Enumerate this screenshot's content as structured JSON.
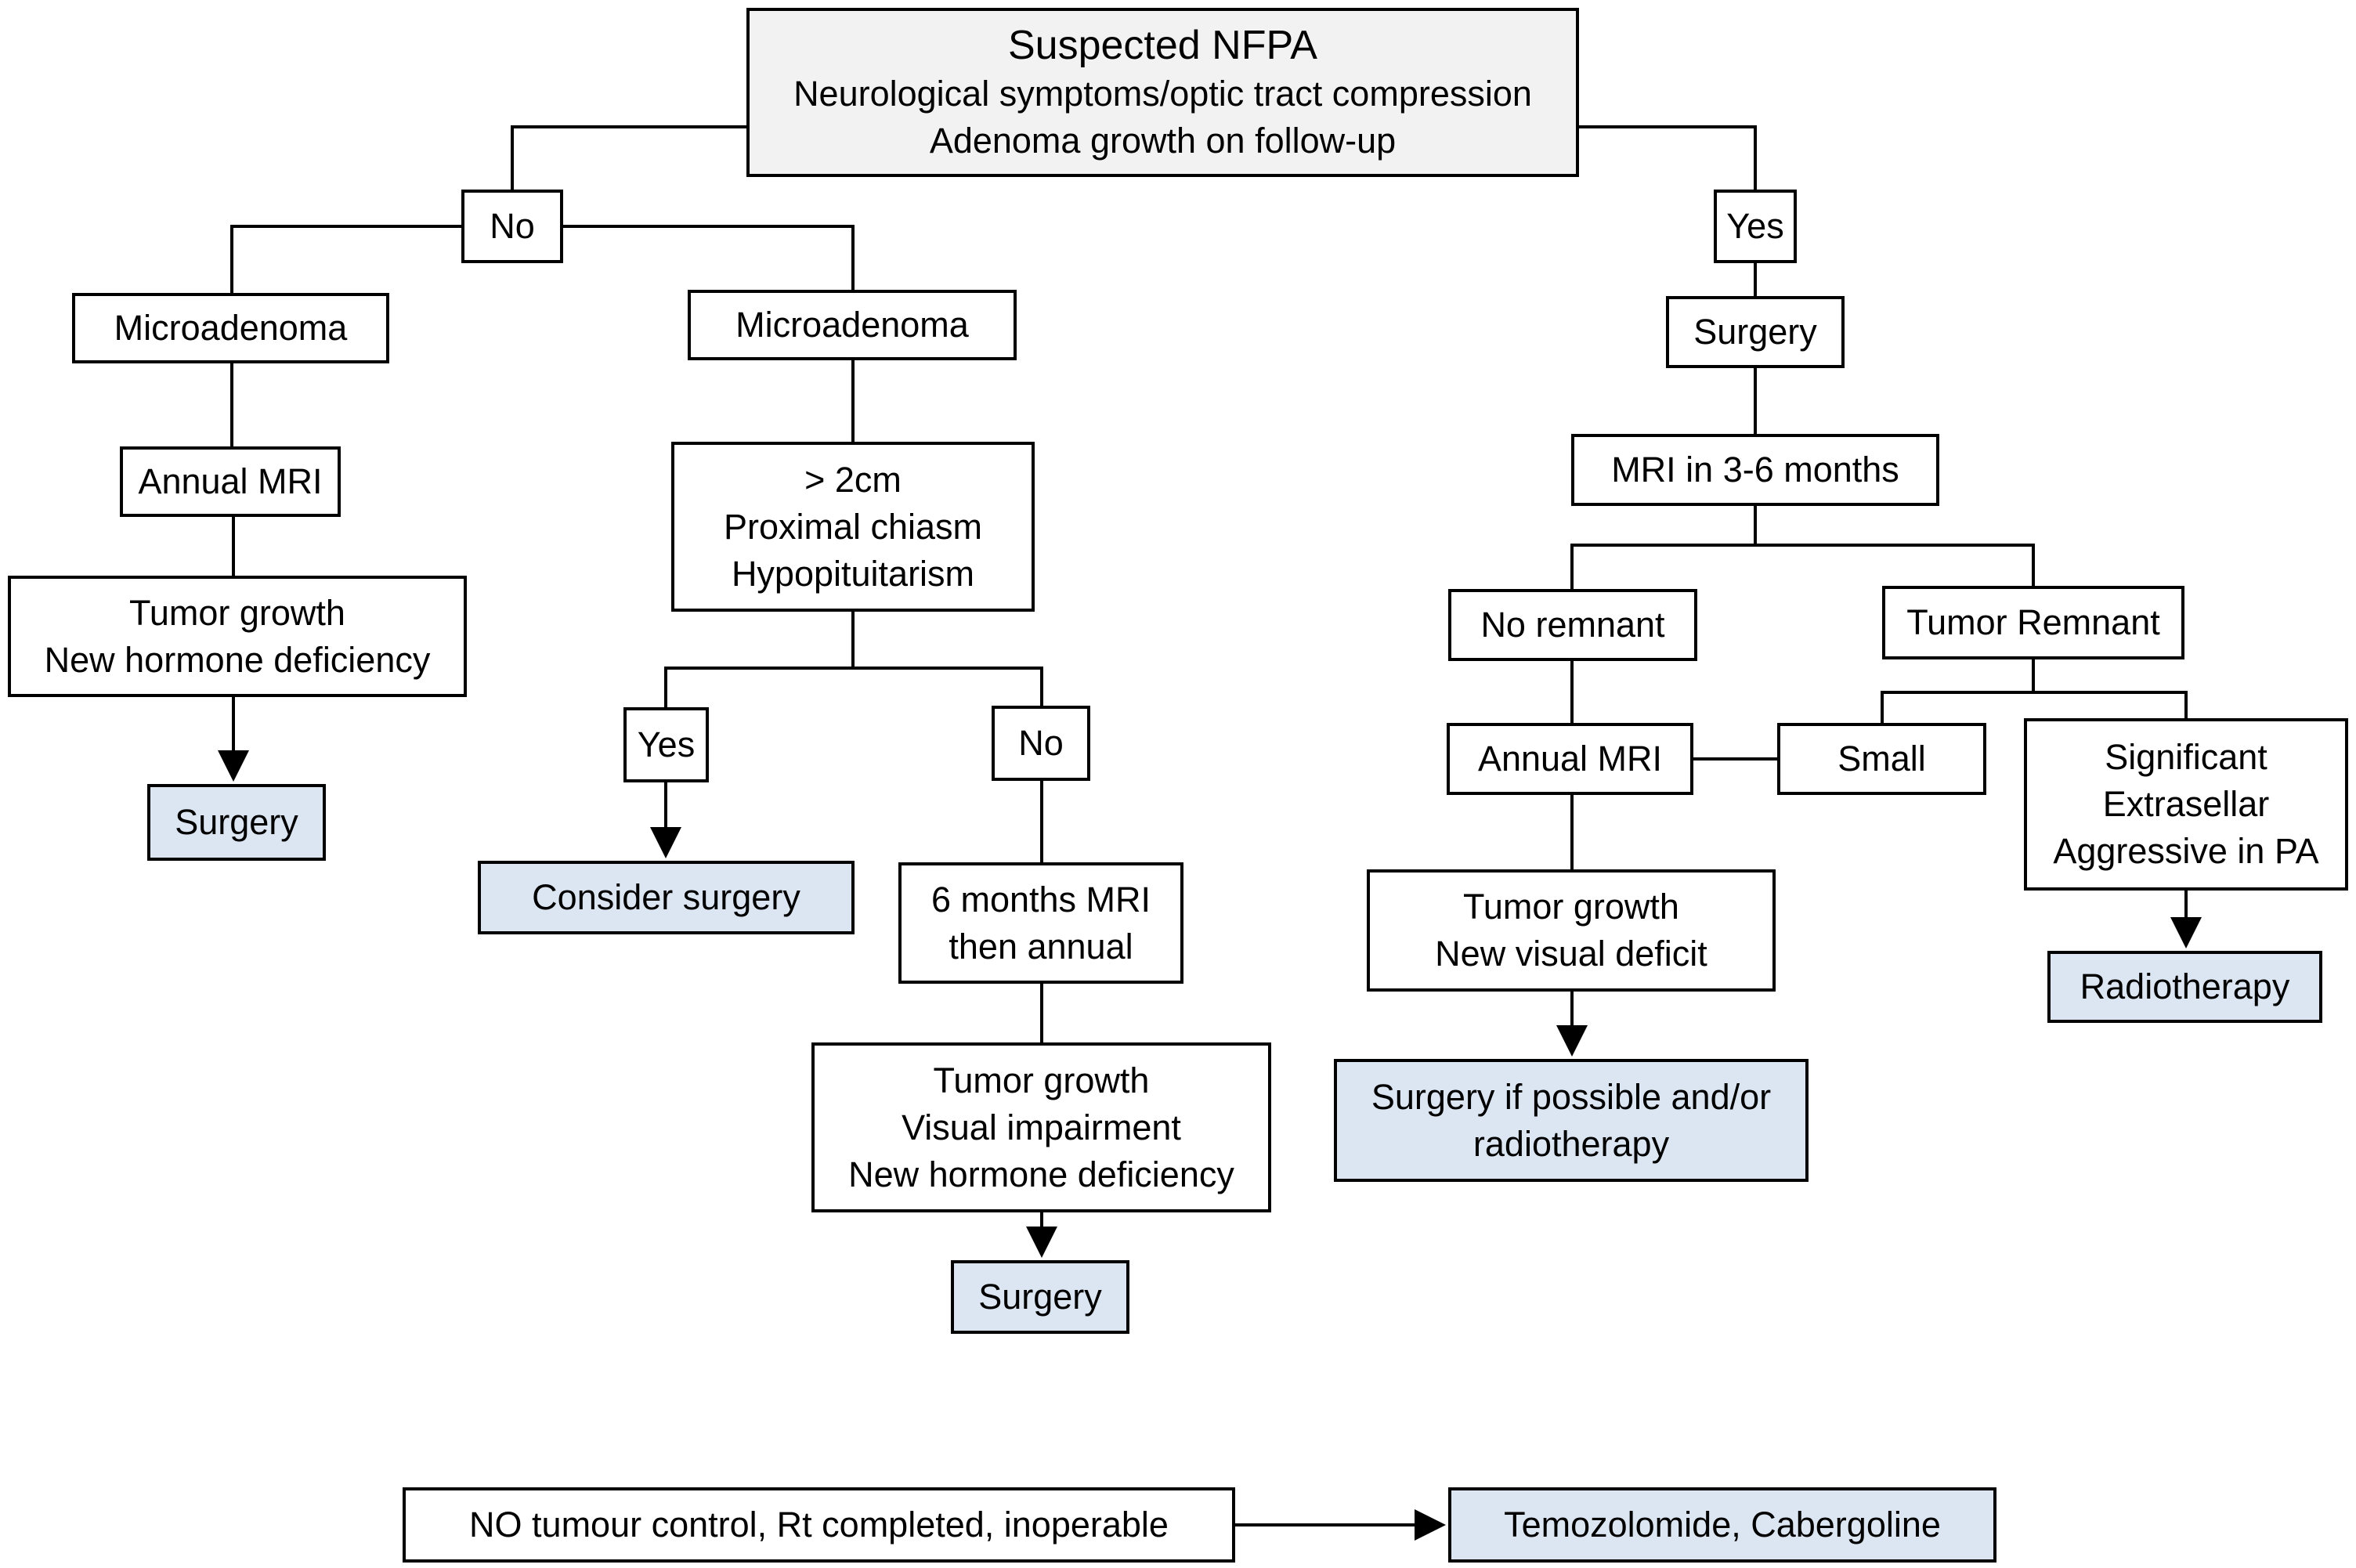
{
  "diagram": {
    "title": "Suspected NFPA management flowchart",
    "colors": {
      "line": "#000000",
      "start_fill": "#f2f2f2",
      "outcome_fill": "#dce6f2",
      "node_fill": "#ffffff"
    },
    "nodes": {
      "start": {
        "lines": [
          "Suspected NFPA",
          "Neurological symptoms/optic tract compression",
          "Adenoma growth on follow-up"
        ]
      },
      "no_top": {
        "lines": [
          "No"
        ]
      },
      "yes_top": {
        "lines": [
          "Yes"
        ]
      },
      "micro_left": {
        "lines": [
          "Microadenoma"
        ]
      },
      "micro_mid": {
        "lines": [
          "Microadenoma"
        ]
      },
      "annual_mri_left": {
        "lines": [
          "Annual MRI"
        ]
      },
      "growth_left": {
        "lines": [
          "Tumor growth",
          "New hormone deficiency"
        ]
      },
      "surgery_left": {
        "lines": [
          "Surgery"
        ]
      },
      "criteria_mid": {
        "lines": [
          "> 2cm",
          "Proximal chiasm",
          "Hypopituitarism"
        ]
      },
      "yes_mid": {
        "lines": [
          "Yes"
        ]
      },
      "no_mid": {
        "lines": [
          "No"
        ]
      },
      "consider_surgery": {
        "lines": [
          "Consider surgery"
        ]
      },
      "six_months_mri": {
        "lines": [
          "6 months MRI",
          "then annual"
        ]
      },
      "growth_mid": {
        "lines": [
          "Tumor growth",
          "Visual impairment",
          "New hormone deficiency"
        ]
      },
      "surgery_mid": {
        "lines": [
          "Surgery"
        ]
      },
      "surgery_right": {
        "lines": [
          "Surgery"
        ]
      },
      "mri_3_6": {
        "lines": [
          "MRI in 3-6 months"
        ]
      },
      "no_remnant": {
        "lines": [
          "No remnant"
        ]
      },
      "tumor_remnant": {
        "lines": [
          "Tumor Remnant"
        ]
      },
      "annual_mri_right": {
        "lines": [
          "Annual MRI"
        ]
      },
      "small": {
        "lines": [
          "Small"
        ]
      },
      "significant": {
        "lines": [
          "Significant",
          "Extrasellar",
          "Aggressive in PA"
        ]
      },
      "radiotherapy": {
        "lines": [
          "Radiotherapy"
        ]
      },
      "growth_right": {
        "lines": [
          "Tumor growth",
          "New visual deficit"
        ]
      },
      "surgery_or_rt": {
        "lines": [
          "Surgery if possible and/or",
          "radiotherapy"
        ]
      },
      "no_control": {
        "lines": [
          "NO tumour control, Rt completed, inoperable"
        ]
      },
      "temozolomide": {
        "lines": [
          "Temozolomide, Cabergoline"
        ]
      }
    },
    "edges": [
      {
        "from": "start",
        "to": "no_top"
      },
      {
        "from": "start",
        "to": "yes_top"
      },
      {
        "from": "no_top",
        "to": "micro_left"
      },
      {
        "from": "no_top",
        "to": "micro_mid"
      },
      {
        "from": "micro_left",
        "to": "annual_mri_left"
      },
      {
        "from": "annual_mri_left",
        "to": "growth_left"
      },
      {
        "from": "growth_left",
        "to": "surgery_left",
        "arrow": true
      },
      {
        "from": "micro_mid",
        "to": "criteria_mid"
      },
      {
        "from": "criteria_mid",
        "to": "yes_mid"
      },
      {
        "from": "criteria_mid",
        "to": "no_mid"
      },
      {
        "from": "yes_mid",
        "to": "consider_surgery",
        "arrow": true
      },
      {
        "from": "no_mid",
        "to": "six_months_mri"
      },
      {
        "from": "six_months_mri",
        "to": "growth_mid"
      },
      {
        "from": "growth_mid",
        "to": "surgery_mid",
        "arrow": true
      },
      {
        "from": "yes_top",
        "to": "surgery_right"
      },
      {
        "from": "surgery_right",
        "to": "mri_3_6"
      },
      {
        "from": "mri_3_6",
        "to": "no_remnant"
      },
      {
        "from": "mri_3_6",
        "to": "tumor_remnant"
      },
      {
        "from": "no_remnant",
        "to": "annual_mri_right"
      },
      {
        "from": "tumor_remnant",
        "to": "small"
      },
      {
        "from": "tumor_remnant",
        "to": "significant"
      },
      {
        "from": "small",
        "to": "annual_mri_right"
      },
      {
        "from": "annual_mri_right",
        "to": "growth_right"
      },
      {
        "from": "growth_right",
        "to": "surgery_or_rt",
        "arrow": true
      },
      {
        "from": "significant",
        "to": "radiotherapy",
        "arrow": true
      },
      {
        "from": "no_control",
        "to": "temozolomide",
        "arrow": true
      }
    ]
  }
}
